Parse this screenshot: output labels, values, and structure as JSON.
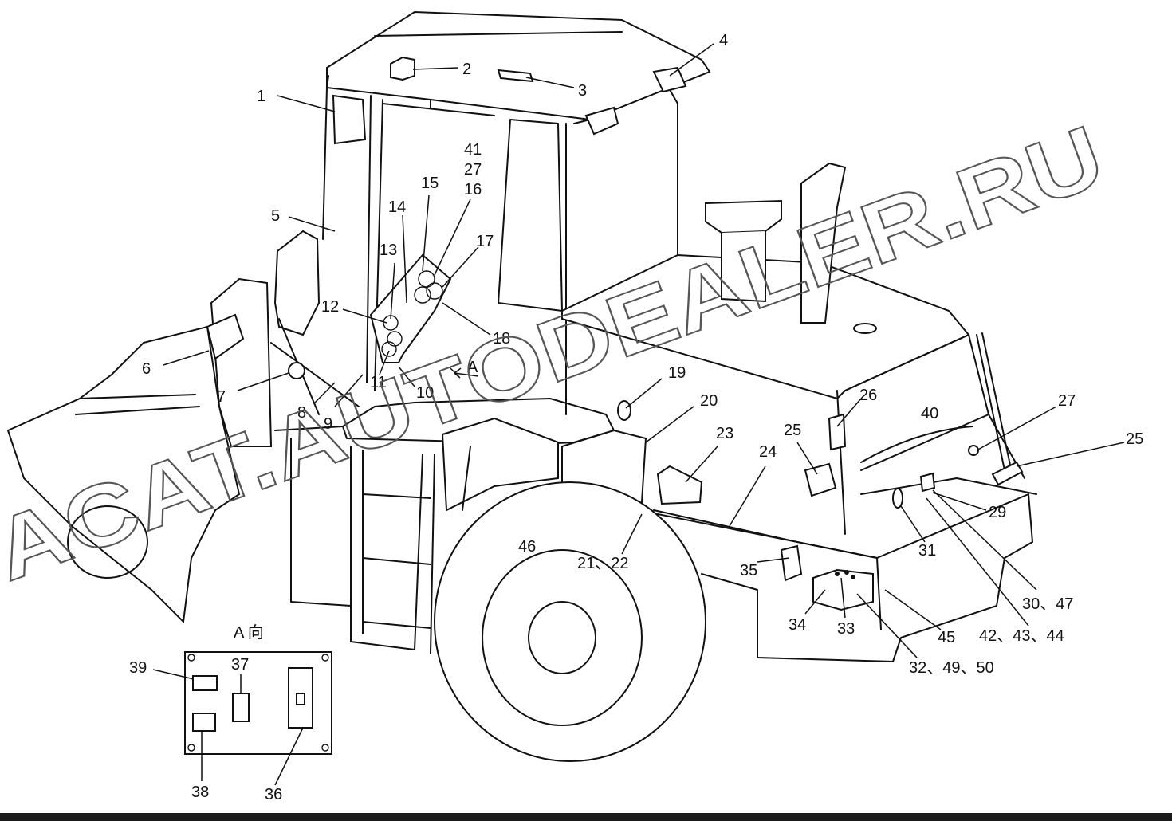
{
  "watermark": {
    "text_upper": "ACAT.AUTODEALER.RU",
    "color": "#555555"
  },
  "callouts": {
    "c1": "1",
    "c2": "2",
    "c3": "3",
    "c4": "4",
    "c5": "5",
    "c6": "6",
    "c7": "7",
    "c8": "8",
    "c9": "9",
    "c10": "10",
    "c11": "11",
    "c12": "12",
    "c13": "13",
    "c14": "14",
    "c15": "15",
    "c16": "16",
    "c17": "17",
    "c18": "18",
    "c19": "19",
    "c20": "20",
    "c21_22": "21、22",
    "c23": "23",
    "c24": "24",
    "c25a": "25",
    "c25b": "25",
    "c26": "26",
    "c27a": "27",
    "c27b": "27",
    "c29": "29",
    "c30_47": "30、47",
    "c31": "31",
    "c32_49_50": "32、49、50",
    "c33": "33",
    "c34": "34",
    "c35": "35",
    "c36": "36",
    "c37": "37",
    "c38": "38",
    "c39": "39",
    "c40": "40",
    "c41": "41",
    "c42_43_44": "42、43、44",
    "c45": "45",
    "c46": "46",
    "view_a": "A"
  },
  "inset": {
    "title": "A 向"
  }
}
